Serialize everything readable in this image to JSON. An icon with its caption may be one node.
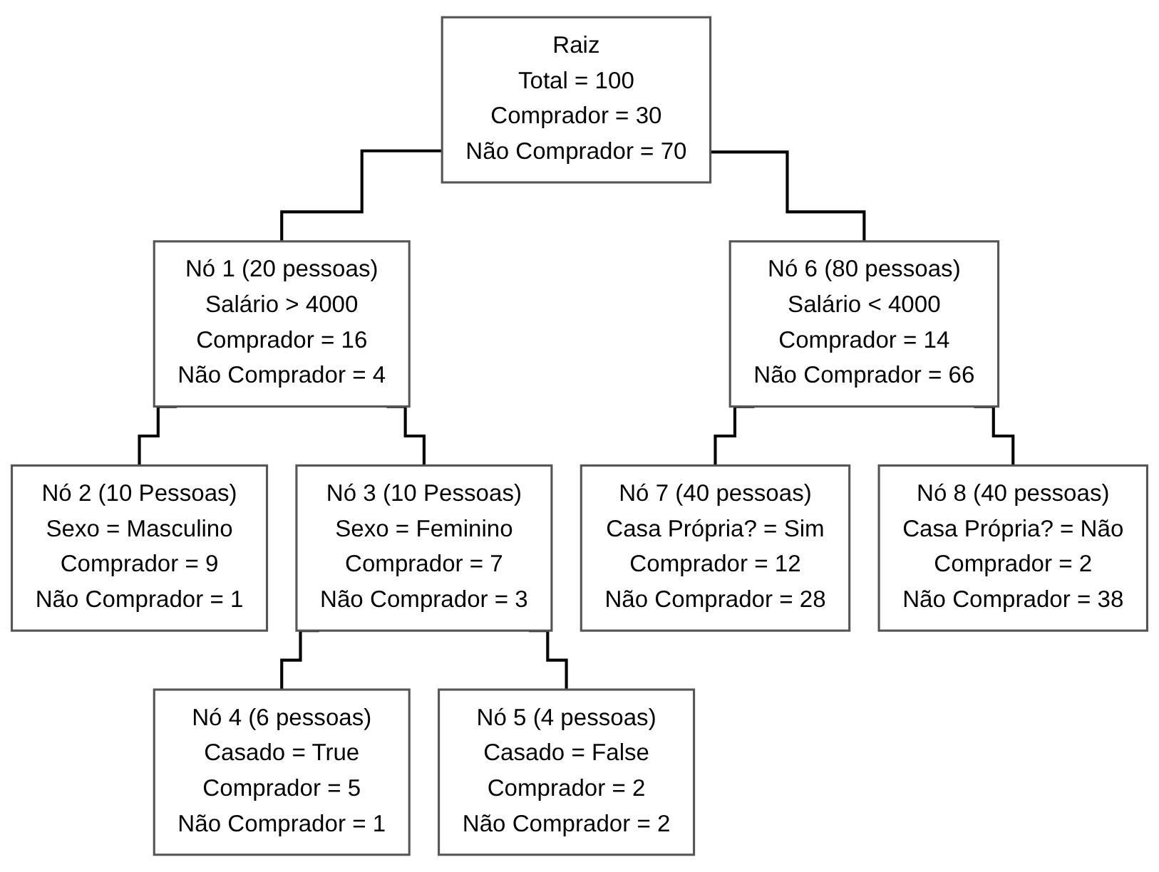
{
  "diagram": {
    "nodes": [
      {
        "text": [
          "Raiz",
          "Total = 100",
          "Comprador = 30",
          "Não Comprador = 70"
        ]
      },
      {
        "text": [
          "Nó 1 (20 pessoas)",
          "Salário > 4000",
          "Comprador = 16",
          "Não Comprador = 4"
        ]
      },
      {
        "text": [
          "Nó 6 (80 pessoas)",
          "Salário < 4000",
          "Comprador = 14",
          "Não Comprador = 66"
        ]
      },
      {
        "text": [
          "Nó 2 (10 Pessoas)",
          "Sexo = Masculino",
          "Comprador = 9",
          "Não Comprador = 1"
        ]
      },
      {
        "text": [
          "Nó 3 (10 Pessoas)",
          "Sexo = Feminino",
          "Comprador = 7",
          "Não Comprador = 3"
        ]
      },
      {
        "text": [
          "Nó 7 (40 pessoas)",
          "Casa Própria? = Sim",
          "Comprador = 12",
          "Não Comprador = 28"
        ]
      },
      {
        "text": [
          "Nó 8 (40 pessoas)",
          "Casa Própria? = Não",
          "Comprador = 2",
          "Não Comprador = 38"
        ]
      },
      {
        "text": [
          "Nó 4 (6 pessoas)",
          "Casado = True",
          "Comprador = 5",
          "Não Comprador = 1"
        ]
      },
      {
        "text": [
          "Nó 5 (4 pessoas)",
          "Casado = False",
          "Comprador = 2",
          "Não Comprador = 2"
        ]
      }
    ],
    "edges": [
      {
        "from": 0,
        "to": 1,
        "arrow": "none"
      },
      {
        "from": 0,
        "to": 2,
        "arrow": "none"
      },
      {
        "from": 1,
        "to": 3,
        "arrow": "none"
      },
      {
        "from": 1,
        "to": 4,
        "arrow": "none"
      },
      {
        "from": 2,
        "to": 5,
        "arrow": "none"
      },
      {
        "from": 2,
        "to": 6,
        "arrow": "none"
      },
      {
        "from": 4,
        "to": 7,
        "arrow": "none"
      },
      {
        "from": 4,
        "to": 8,
        "arrow": "none"
      }
    ]
  }
}
